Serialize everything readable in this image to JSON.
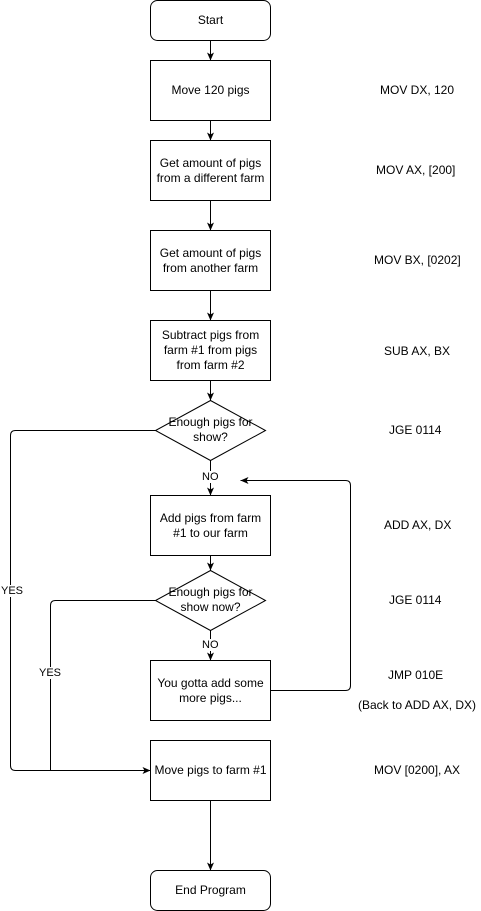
{
  "nodes": {
    "start": "Start",
    "move_120": "Move 120 pigs",
    "get_different_farm": "Get amount of pigs from a different farm",
    "get_another_farm": "Get amount of pigs from another farm",
    "subtract": "Subtract pigs from farm #1 from pigs from farm #2",
    "decision_enough": "Enough pigs for show?",
    "add_pigs": "Add pigs from farm #1 to our farm",
    "decision_enough_now": "Enough pigs for show now?",
    "add_more": "You gotta add some more pigs...",
    "move_to_farm": "Move pigs to farm #1",
    "end": "End Program"
  },
  "edge_labels": {
    "no_1": "NO",
    "no_2": "NO",
    "yes_1": "YES",
    "yes_2": "YES"
  },
  "assembly": {
    "mov_dx": "MOV DX, 120",
    "mov_ax": "MOV AX, [200]",
    "mov_bx": "MOV BX, [0202]",
    "sub": "SUB AX, BX",
    "jge_1": "JGE 0114",
    "add": "ADD AX, DX",
    "jge_2": "JGE 0114",
    "jmp": "JMP 010E",
    "jmp_note": "(Back to ADD AX, DX)",
    "mov_store": "MOV [0200], AX"
  },
  "colors": {
    "stroke": "#000000",
    "fill": "#ffffff"
  }
}
